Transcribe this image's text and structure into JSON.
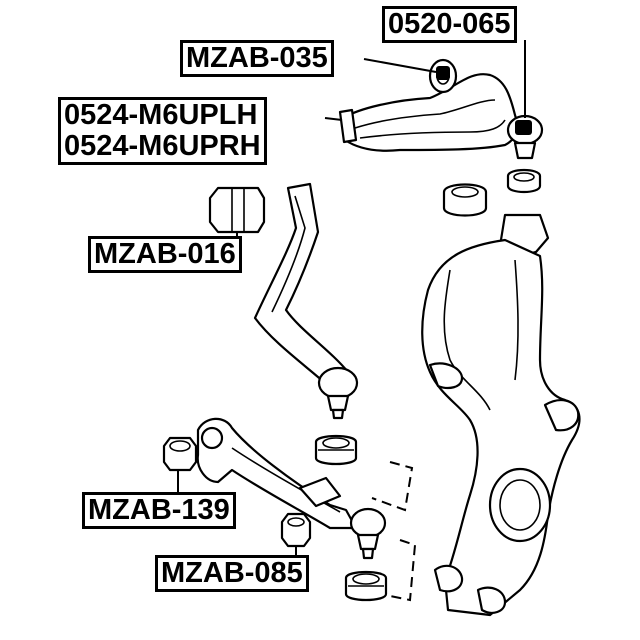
{
  "labels": {
    "upper_bushing": "MZAB-035",
    "upper_ball_joint": "0520-065",
    "upper_arm_left": "0524-M6UPLH",
    "upper_arm_right": "0524-M6UPRH",
    "tension_rod_bushing": "MZAB-016",
    "lower_arm_bushing": "MZAB-139",
    "lower_arm_front_bushing": "MZAB-085"
  },
  "colors": {
    "line": "#000000",
    "background": "#ffffff"
  }
}
